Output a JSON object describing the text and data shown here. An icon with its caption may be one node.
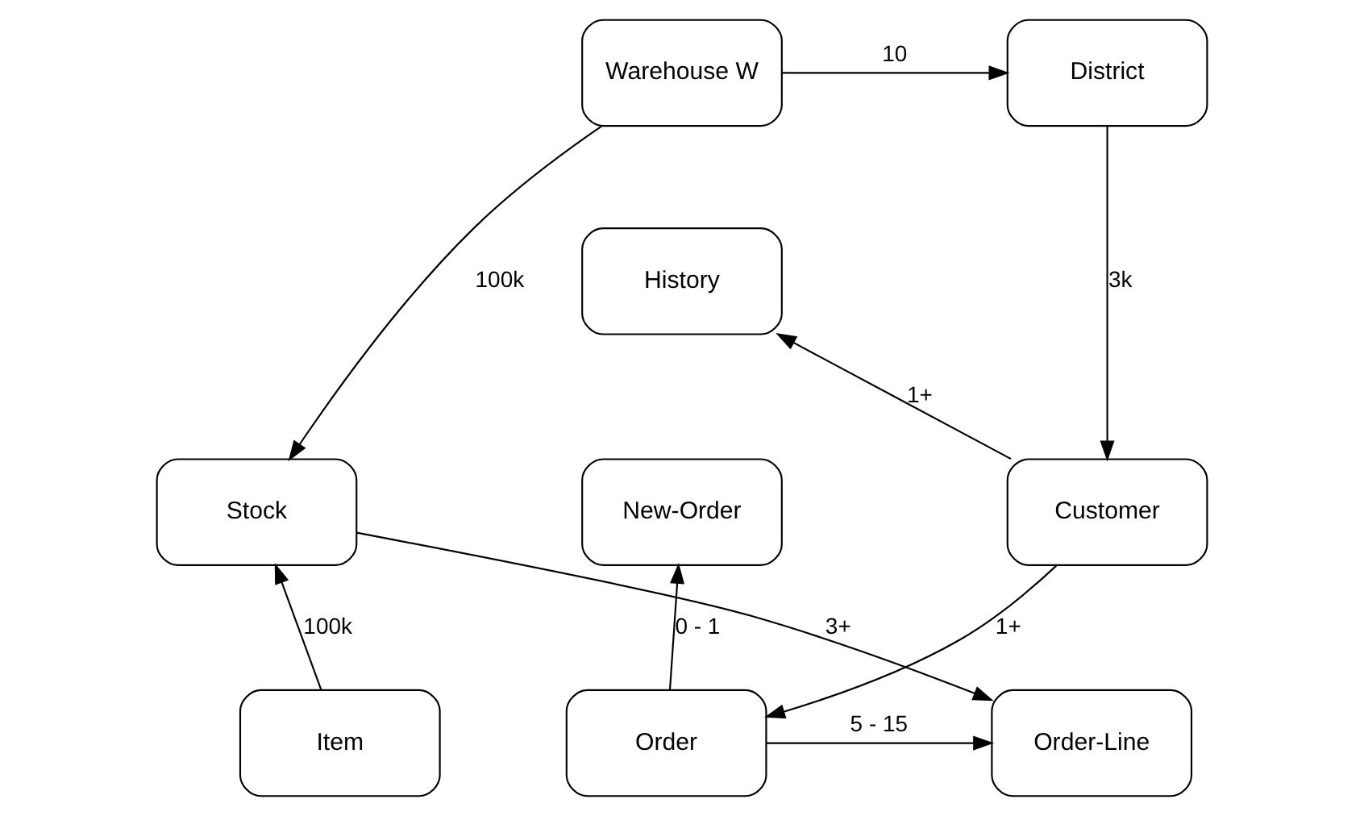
{
  "diagram": {
    "nodes": [
      {
        "text": [
          "Warehouse W"
        ]
      },
      {
        "text": [
          "District"
        ]
      },
      {
        "text": [
          "History"
        ]
      },
      {
        "text": [
          "Stock"
        ]
      },
      {
        "text": [
          "Customer"
        ]
      },
      {
        "text": [
          "New-Order"
        ]
      },
      {
        "text": [
          "Item"
        ]
      },
      {
        "text": [
          "Order-Line"
        ]
      },
      {
        "text": [
          "Order"
        ]
      }
    ],
    "edges": [
      {
        "from": 0,
        "to": 1,
        "arrow": "to",
        "label": "10"
      },
      {
        "from": 0,
        "to": 3,
        "arrow": "to",
        "label": "100k"
      },
      {
        "from": 1,
        "to": 4,
        "arrow": "to",
        "label": "3k"
      },
      {
        "from": 4,
        "to": 2,
        "arrow": "to",
        "label": "1+"
      },
      {
        "from": 6,
        "to": 3,
        "arrow": "to",
        "label": "100k"
      },
      {
        "from": 3,
        "to": 7,
        "arrow": "to",
        "label": "3+"
      },
      {
        "from": 4,
        "to": 8,
        "arrow": "to",
        "label": "1+"
      },
      {
        "from": 8,
        "to": 5,
        "arrow": "to",
        "label": "0 - 1"
      },
      {
        "from": 8,
        "to": 7,
        "arrow": "to",
        "label": "5 - 15"
      }
    ]
  }
}
